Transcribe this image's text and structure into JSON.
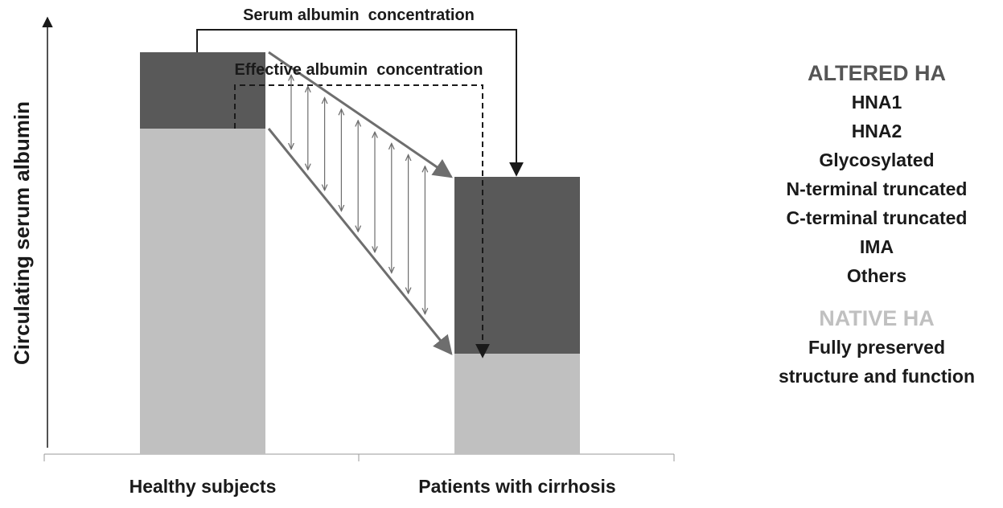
{
  "chart_data": {
    "type": "bar",
    "stacked": true,
    "categories": [
      "Healthy subjects",
      "Patients with cirrhosis"
    ],
    "ylabel": "Circulating serum albumin",
    "xlabel": "",
    "ylim": [
      0,
      100
    ],
    "yticks_visible": false,
    "series": [
      {
        "name": "NATIVE HA",
        "color": "#c0c0c0",
        "values": [
          81,
          25
        ]
      },
      {
        "name": "ALTERED HA",
        "color": "#595959",
        "values": [
          19,
          44
        ]
      }
    ],
    "annotations": {
      "serum_label": "Serum albumin  concentration",
      "effective_label": "Effective albumin  concentration"
    },
    "grid": false
  },
  "legend": {
    "altered_heading": "ALTERED HA",
    "altered_items": [
      "HNA1",
      "HNA2",
      "Glycosylated",
      "N-terminal truncated",
      "C-terminal truncated",
      "IMA",
      "Others"
    ],
    "native_heading": "NATIVE HA",
    "native_items": [
      "Fully preserved",
      "structure and function"
    ]
  },
  "colors": {
    "native": "#c0c0c0",
    "altered": "#595959",
    "arrow": "#6e6e6e",
    "axis": "#1a1a1a"
  }
}
